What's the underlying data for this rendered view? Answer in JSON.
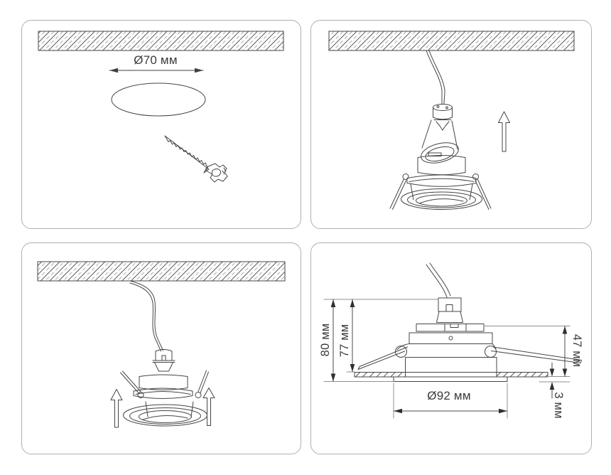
{
  "panels": {
    "step1": {
      "hole_diameter": "Ø70 мм"
    },
    "step4": {
      "total_height": "80 мм",
      "recessed_height": "77 мм",
      "above_ceiling_height": "47 мм",
      "trim_protrusion": "3 мм",
      "trim_diameter": "Ø92 мм"
    }
  },
  "colors": {
    "background": "#ffffff",
    "panel_border": "#b0b0b0",
    "drawing_line": "#454545",
    "dimension_line": "#5a5a5a",
    "extension_line": "#999999",
    "text": "#3c3c3c"
  }
}
